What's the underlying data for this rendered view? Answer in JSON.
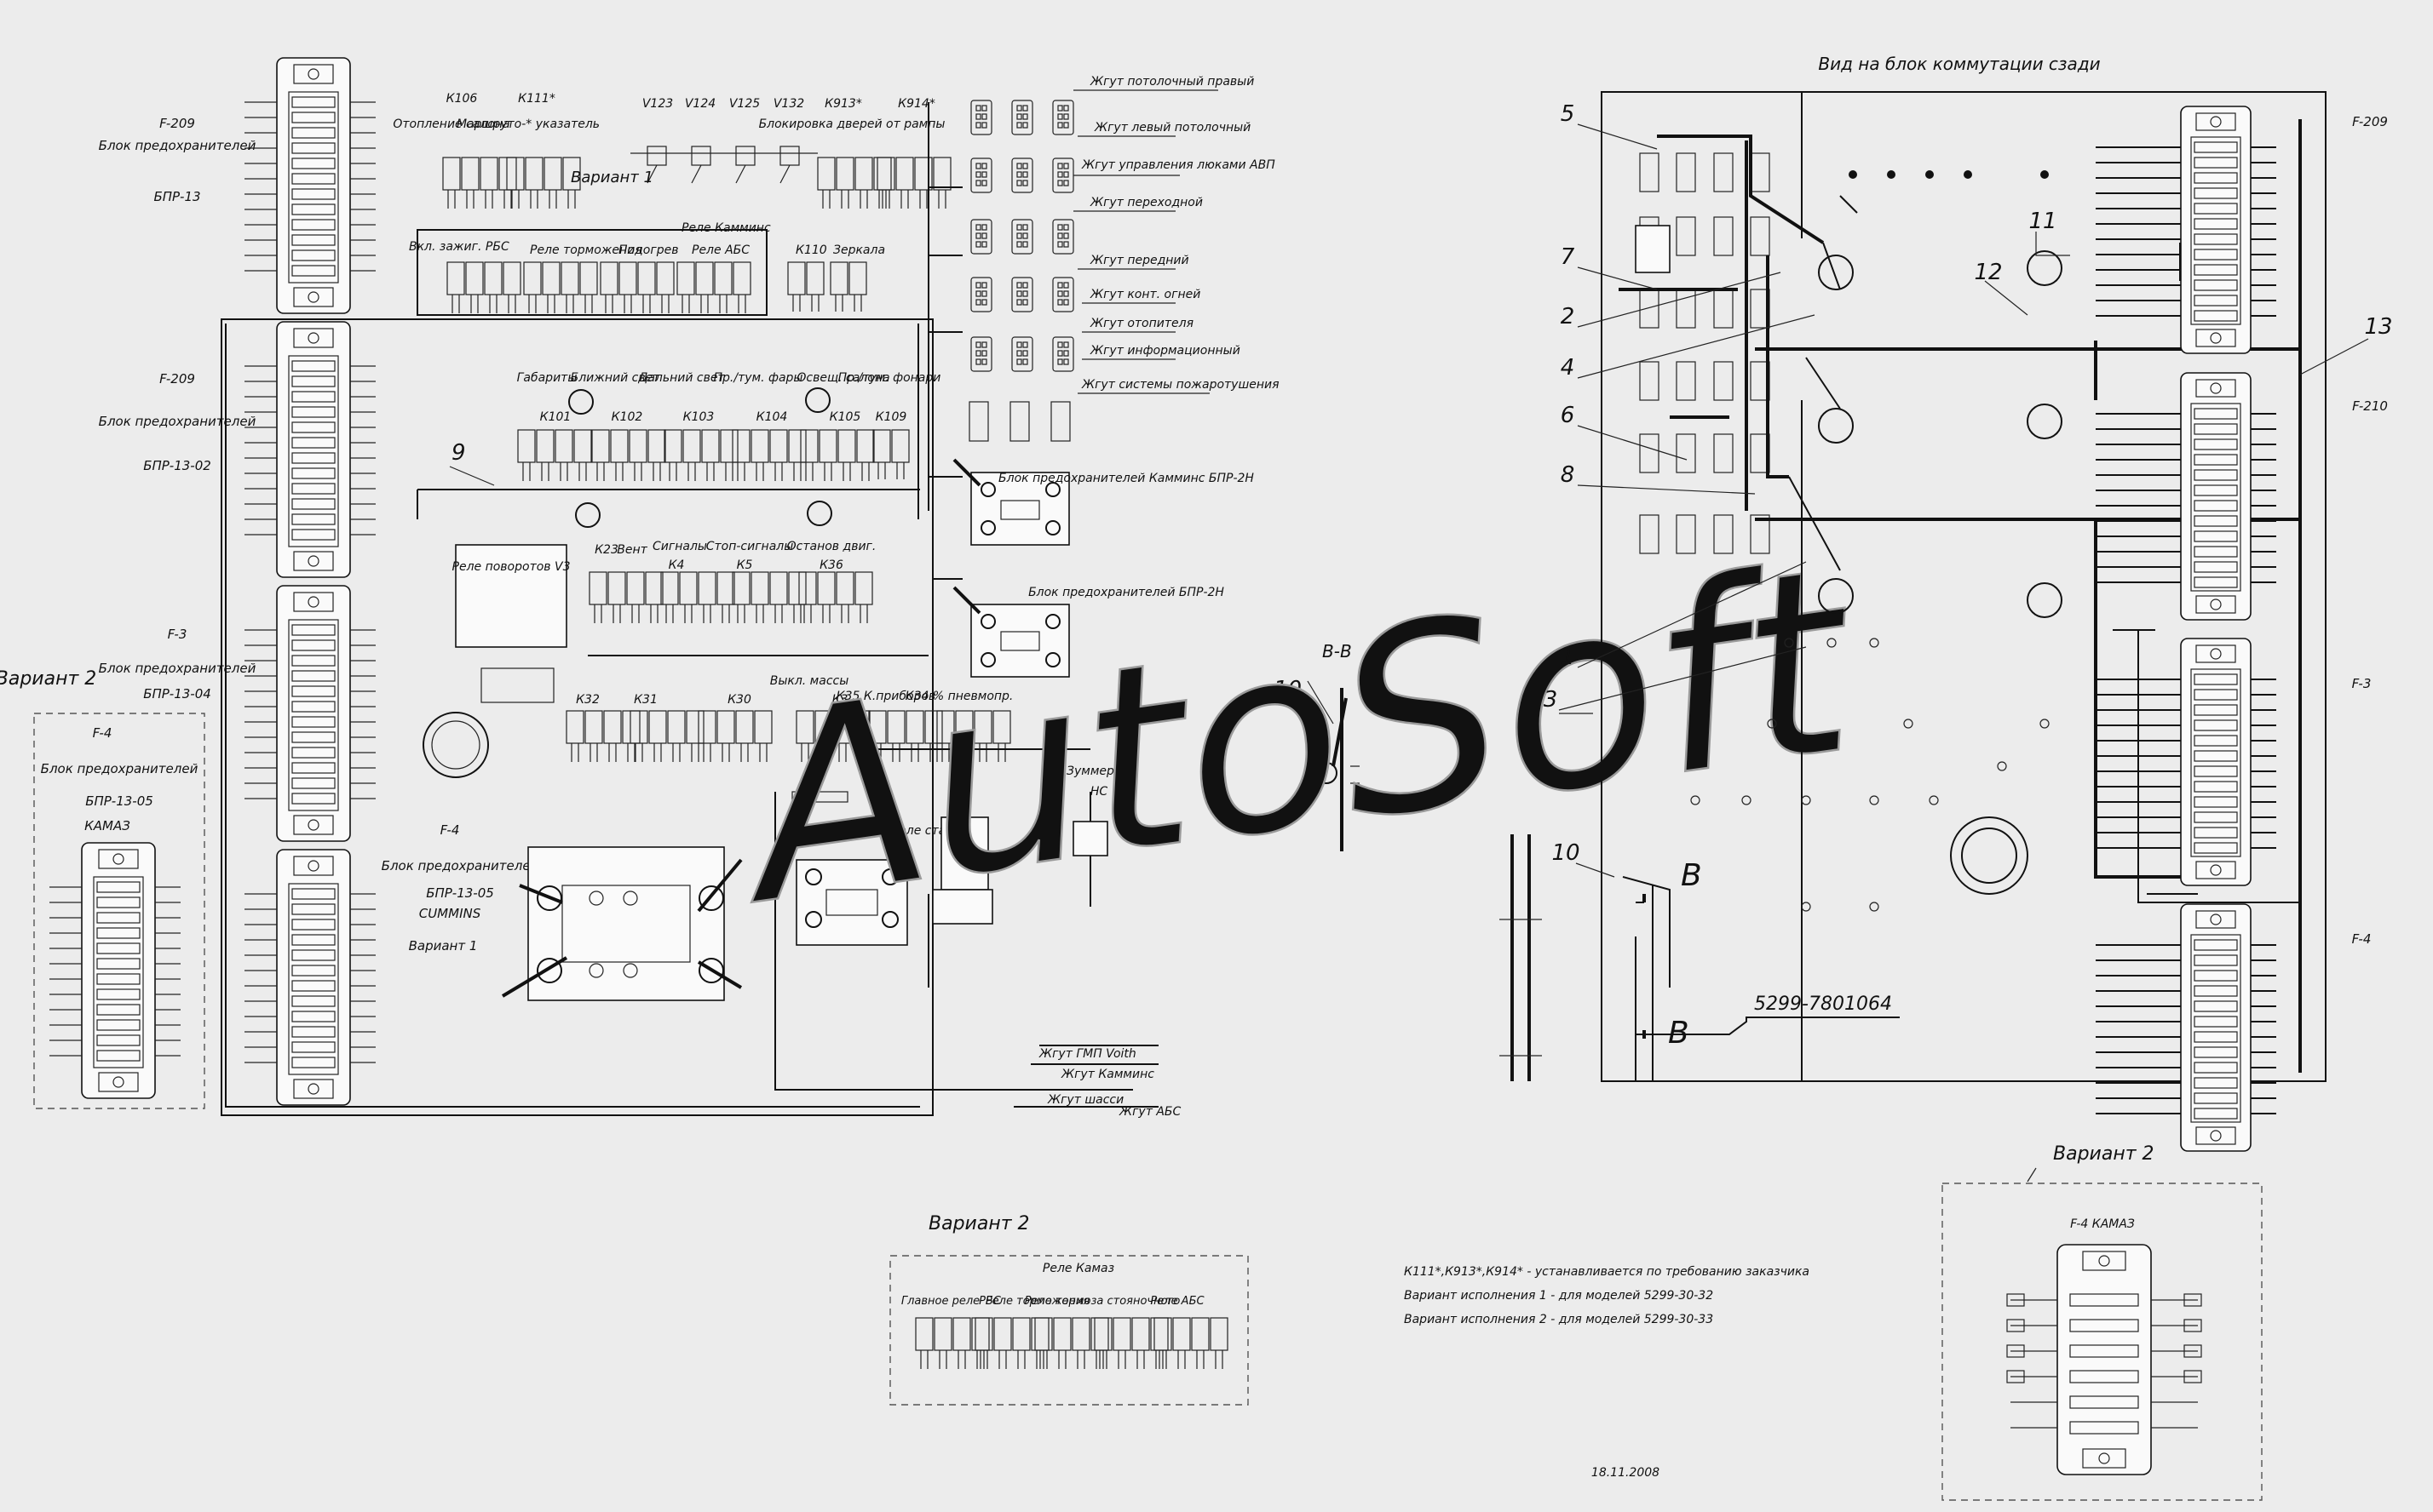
{
  "header": {
    "view_title": "Вид на блок коммутации сзади"
  },
  "left_panel": {
    "relays_top": [
      "К106",
      "К111*",
      "V123",
      "V124",
      "V125",
      "V132",
      "К913*",
      "К914*"
    ],
    "relay_row2": [
      "К110"
    ],
    "relay_row3": [
      "К101",
      "К102",
      "К103",
      "К104",
      "К105",
      "К109"
    ],
    "relay_row4": [
      "К23",
      "К4",
      "К5",
      "К36"
    ],
    "relay_row5": [
      "К32",
      "К31",
      "К30",
      "К3"
    ],
    "caption_top_1": "Отопление салона",
    "caption_top_2": "Маршруто-* указатель",
    "caption_top_3": "Блокировка дверей от рампы",
    "caption_variant1": "Вариант 1",
    "caption_row2": [
      "Вкл. зажиг. РБС",
      "Реле торможения",
      "Подогрев",
      "Реле АБС",
      "Реле Камминс",
      "Зеркала"
    ],
    "caption_row3": [
      "Габариты",
      "Ближний свет",
      "Дальний свет",
      "Пр./тум. фары",
      "Освещ. салона",
      "Пр./тум. фонари"
    ],
    "caption_row4": [
      "Вент",
      "Сигналы",
      "Стоп-сигналы",
      "Останов двиг."
    ],
    "caption_row5": [
      "Выкл. массы",
      "К35 К.приборов",
      "К34 % пневмопр.",
      "Реле стартера",
      "Зуммер",
      "НС"
    ],
    "relay_turns": "Реле поворотов V3",
    "harness_right": [
      "Жгут потолочный правый",
      "Жгут левый потолочный",
      "Жгут управления люками АВП",
      "Жгут переходной",
      "Жгут передний",
      "Жгут конт. огней",
      "Жгут отопителя",
      "Жгут информационный",
      "Жгут системы пожаротушения"
    ],
    "fuse_blocks_right": [
      "Блок предохранителей Камминс БПР-2Н",
      "Блок предохранителей БПР-2Н"
    ],
    "harness_bottom": [
      "Жгут ГМП Voith",
      "Жгут Камминс",
      "Жгут шасси",
      "Жгут АБС"
    ],
    "fuse_f209_a": {
      "code": "F-209",
      "name": "Блок предохранителей",
      "part": "БПР-13"
    },
    "fuse_f209_b": {
      "code": "F-209",
      "name": "Блок предохранителей",
      "part": "БПР-13-02"
    },
    "fuse_f3": {
      "code": "F-3",
      "name": "Блок предохранителей",
      "part": "БПР-13-04"
    },
    "fuse_f4": {
      "code": "F-4",
      "name": "Блок предохранителей",
      "part": "БПР-13-05",
      "extra": "CUMMINS",
      "variant": "Вариант 1"
    },
    "callout_9": "9",
    "variant2_left": {
      "title": "Вариант 2",
      "code": "F-4",
      "name": "Блок предохранителей",
      "part": "БПР-13-05",
      "extra": "КАМАЗ"
    }
  },
  "section_bb": {
    "title": "В-В",
    "callout": "10"
  },
  "watermark": "AutoSoft",
  "right_panel": {
    "callouts": [
      "5",
      "7",
      "2",
      "4",
      "6",
      "8",
      "1",
      "3",
      "11",
      "12",
      "13",
      "10"
    ],
    "fuse_labels": [
      "F-209",
      "F-210",
      "F-3",
      "F-4"
    ],
    "part_number": "5299-7801064",
    "section_mark": "В"
  },
  "variant2_relays": {
    "title": "Вариант 2",
    "group": "Реле Камаз",
    "labels": [
      "Главное реле",
      "РБС",
      "Реле торможения",
      "Реле тормоза стояночного",
      "Реле АБС"
    ]
  },
  "variant2_fuse": {
    "title": "Вариант 2",
    "label": "F-4 КАМАЗ"
  },
  "notes": [
    "К111*,К913*,К914* - устанавливается по требованию заказчика",
    "Вариант исполнения 1 - для моделей 5299-30-32",
    "Вариант исполнения 2 - для моделей 5299-30-33"
  ],
  "date": "18.11.2008"
}
